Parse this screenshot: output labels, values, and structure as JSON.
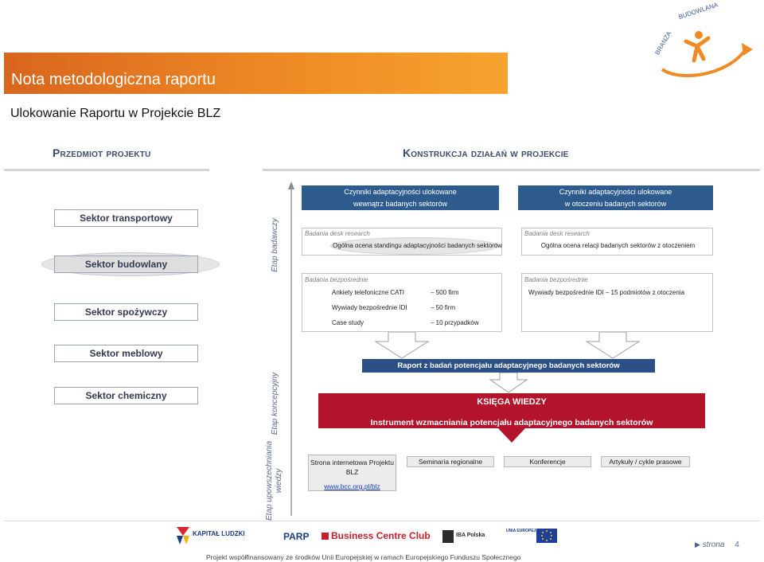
{
  "header": {
    "title": "Nota metodologiczna raportu",
    "subtitle": "Ulokowanie Raportu w Projekcie BLZ",
    "brand_logo_text": "BRANŻA BUDOWLANA"
  },
  "sections": {
    "left_title": "Przedmiot projektu",
    "right_title": "Konstrukcja działań w projekcie"
  },
  "sectors": [
    "Sektor transportowy",
    "Sektor budowlany",
    "Sektor spożywczy",
    "Sektor meblowy",
    "Sektor chemiczny"
  ],
  "stages": {
    "research": "Etap badawczy",
    "conceptual": "Etap koncepcyjny",
    "dissemination": "Etap upowszechniania wiedzy"
  },
  "columns": {
    "left_header": [
      "Czynniki adaptacyjności ulokowane",
      "wewnątrz badanych sektorów"
    ],
    "right_header": [
      "Czynniki adaptacyjności ulokowane",
      "w otoczeniu badanych sektorów"
    ]
  },
  "desk_left": {
    "label": "Badania desk research",
    "text": "Ogólna ocena standingu adaptacyjności badanych sektorów"
  },
  "desk_right": {
    "label": "Badania desk research",
    "text": "Ogólna ocena relacji badanych sektorów z otoczeniem"
  },
  "direct_left": {
    "label": "Badania bezpośrednie",
    "rows": [
      {
        "name": "Ankiety telefoniczne CATI",
        "value": "– 500 firm"
      },
      {
        "name": "Wywiady bezpośrednie IDI",
        "value": "– 50 firm"
      },
      {
        "name": "Case study",
        "value": "– 10  przypadków"
      }
    ]
  },
  "direct_right": {
    "label": "Badania bezpośrednie",
    "text": "Wywiady bezpośrednie IDI – 15 podmiotów z  otoczenia"
  },
  "report_bar": "Raport z badań potencjału adaptacyjnego badanych sektorów",
  "knowledge_book": {
    "title": "KSIĘGA WIEDZY",
    "subtitle": "Instrument wzmacniania potencjału adaptacyjnego badanych sektorów"
  },
  "dissemination": {
    "website_label": "Strona internetowa Projektu BLZ",
    "website_link": "www.bcc.org.pl/blz",
    "items": [
      "Seminaria regionalne",
      "Konferencje",
      "Artykuły / cykle prasowe"
    ]
  },
  "footer": {
    "logos": [
      "KAPITAŁ LUDZKI",
      "PARP",
      "Business Centre Club",
      "IBA Polska",
      "UNIA EUROPEJSKA"
    ],
    "page_word": "strona",
    "page_number": "4",
    "funding_note": "Projekt współfinansowany ze środków Unii Europejskiej w ramach Europejskiego Funduszu Społecznego"
  },
  "colors": {
    "banner_orange": "#ee8a25",
    "header_blue": "#2d5b8e",
    "report_blue": "#2b4f86",
    "book_red": "#b3132b",
    "section_text": "#3f4b6a"
  }
}
